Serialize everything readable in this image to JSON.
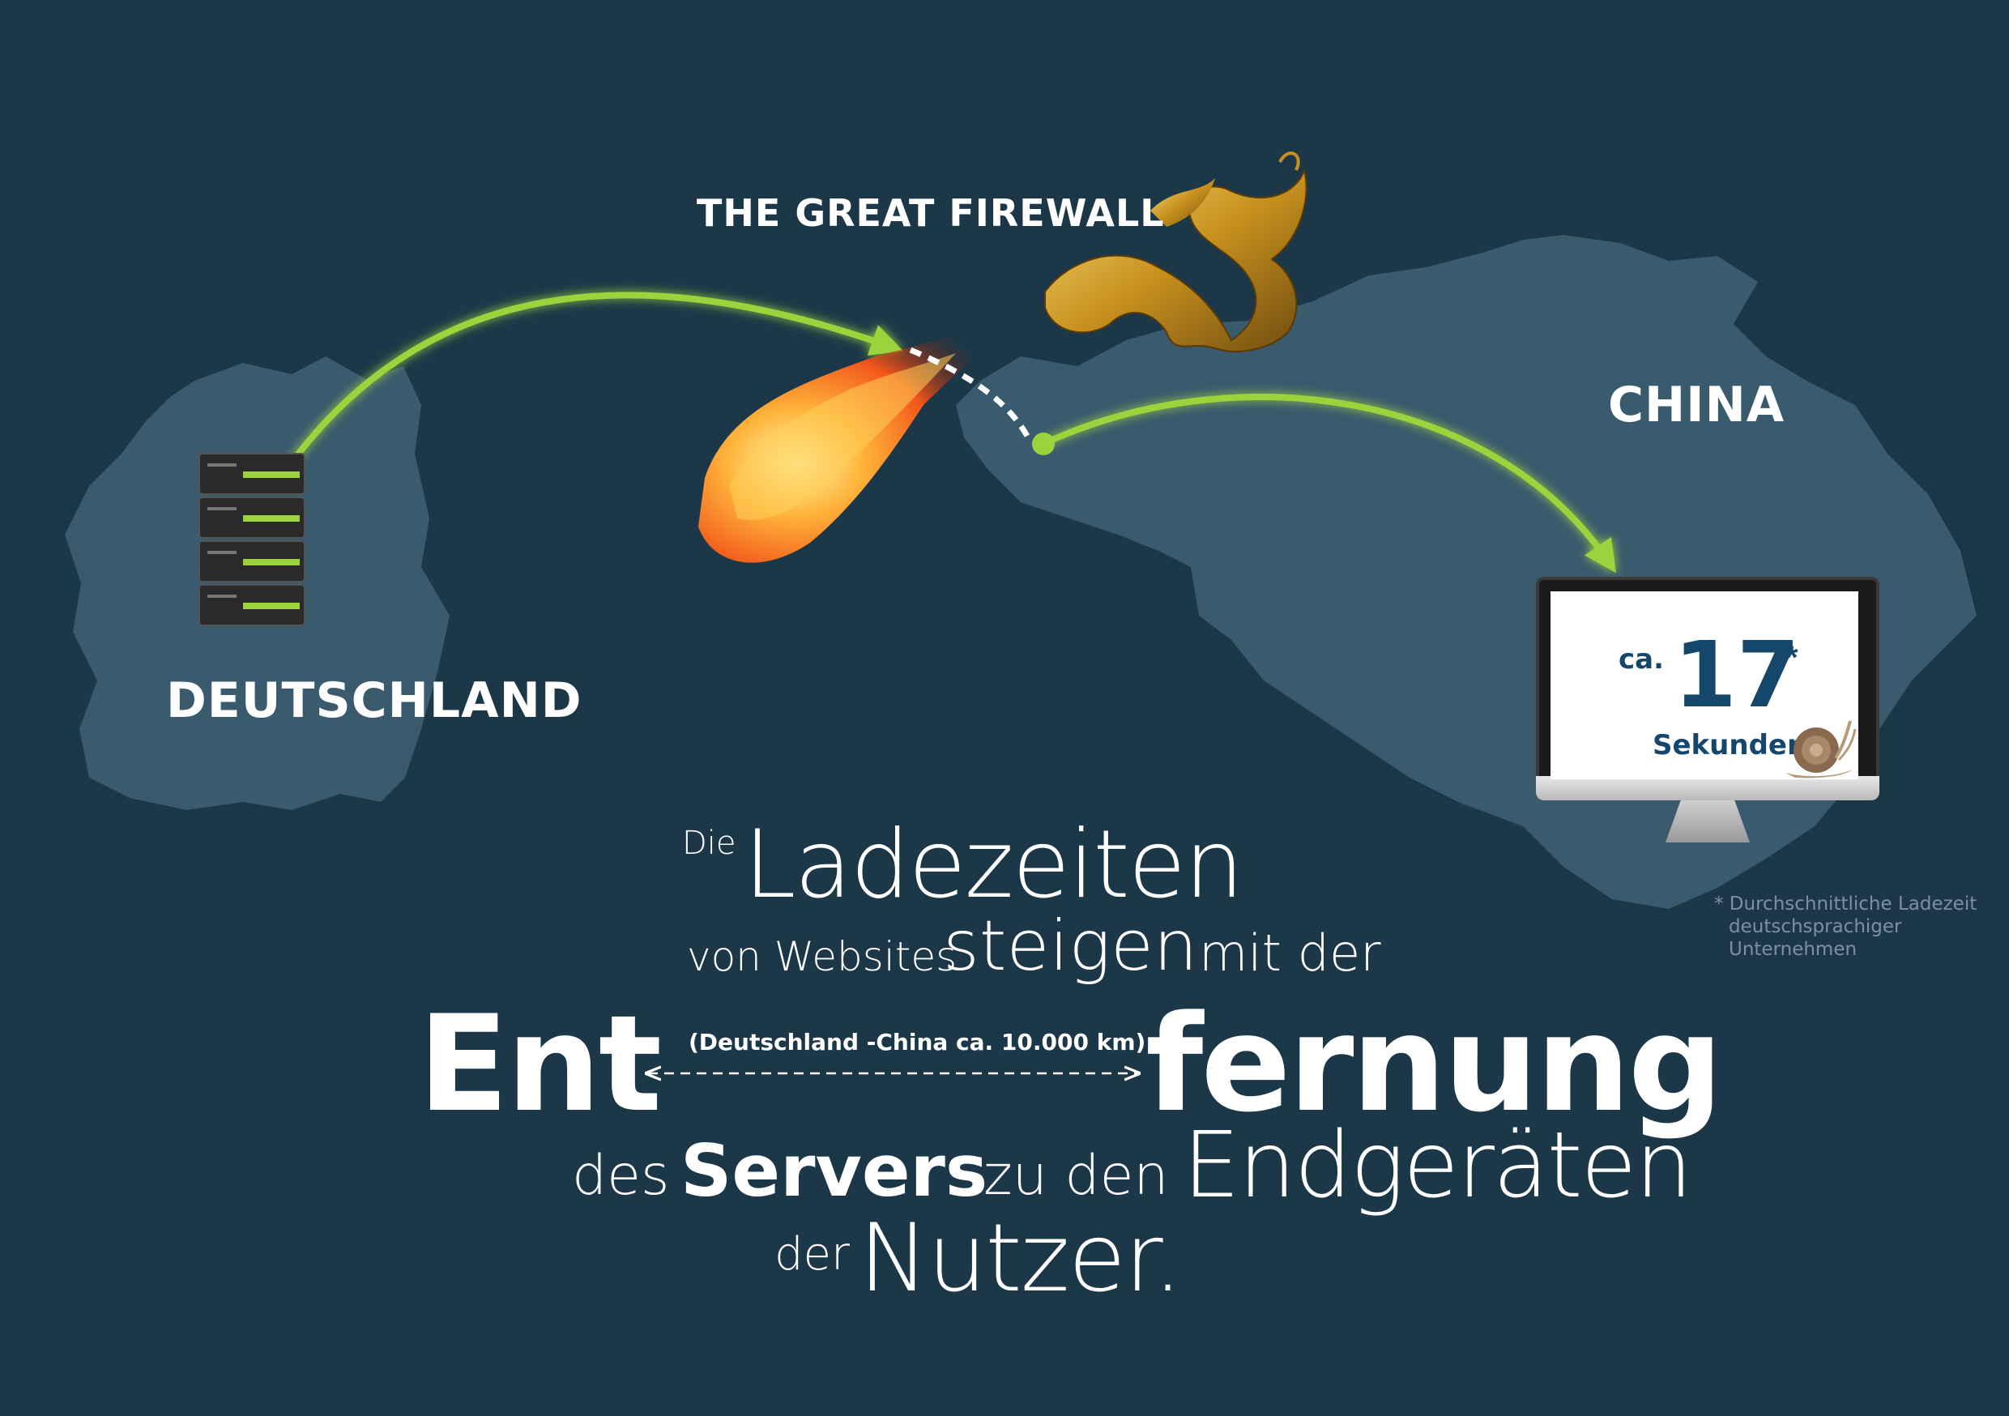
{
  "labels": {
    "firewall": "THE GREAT FIREWALL",
    "china": "CHINA",
    "germany": "DEUTSCHLAND"
  },
  "monitor": {
    "prefix": "ca.",
    "value": "17",
    "asterisk": "*",
    "unit": "Sekunden"
  },
  "footnote": {
    "line1": "* Durchschnittliche Ladezeit",
    "line2": "deutschsprachiger",
    "line3": "Unternehmen"
  },
  "headline": {
    "die": "Die",
    "ladezeiten": "Ladezeiten",
    "von_websites": "von Websites",
    "steigen": "steigen",
    "mit_der": "mit der",
    "ent": "Ent",
    "distance": "(Deutschland -China ca. 10.000 km)",
    "fernung": "fernung",
    "des": "des",
    "servers": "Servers",
    "zu_den": "zu den",
    "endgeraeten": "Endgeräten",
    "der": "der",
    "nutzer": "Nutzer."
  },
  "colors": {
    "background": "#1c3848",
    "map": "#3a5a6e",
    "arrow": "#9cd33c",
    "monitor_text": "#15466b",
    "footnote": "#7f8fa0"
  },
  "icons": {
    "server": "server-rack-icon",
    "dragon": "dragon-icon",
    "fire": "fire-icon",
    "monitor": "monitor-icon",
    "snail": "snail-icon"
  }
}
